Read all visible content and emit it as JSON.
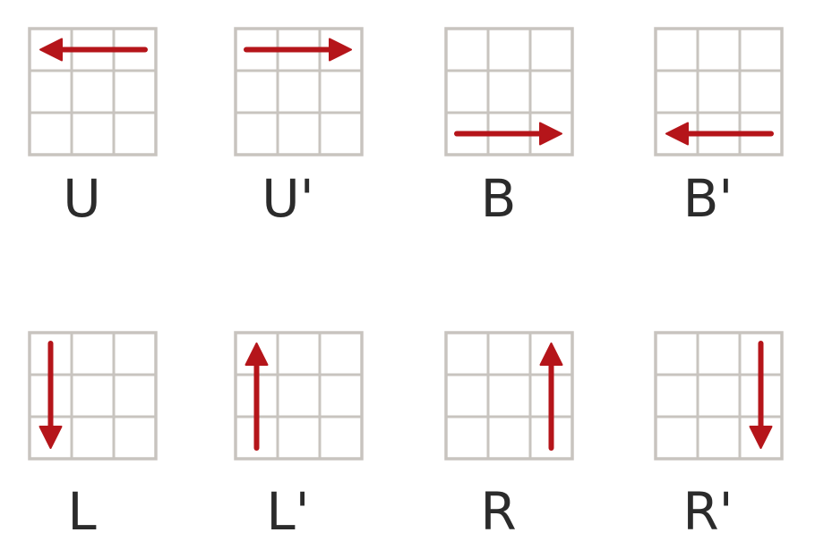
{
  "colors": {
    "grid": "#c8c4bf",
    "arrow": "#b5151a",
    "label": "#2b2b2b"
  },
  "moves": [
    {
      "label": "U",
      "arrow": {
        "row": 0,
        "direction": "left"
      }
    },
    {
      "label": "U'",
      "arrow": {
        "row": 0,
        "direction": "right"
      }
    },
    {
      "label": "B",
      "arrow": {
        "row": 2,
        "direction": "right"
      }
    },
    {
      "label": "B'",
      "arrow": {
        "row": 2,
        "direction": "left"
      }
    },
    {
      "label": "L",
      "arrow": {
        "col": 0,
        "direction": "down"
      }
    },
    {
      "label": "L'",
      "arrow": {
        "col": 0,
        "direction": "up"
      }
    },
    {
      "label": "R",
      "arrow": {
        "col": 2,
        "direction": "up"
      }
    },
    {
      "label": "R'",
      "arrow": {
        "col": 2,
        "direction": "down"
      }
    }
  ]
}
